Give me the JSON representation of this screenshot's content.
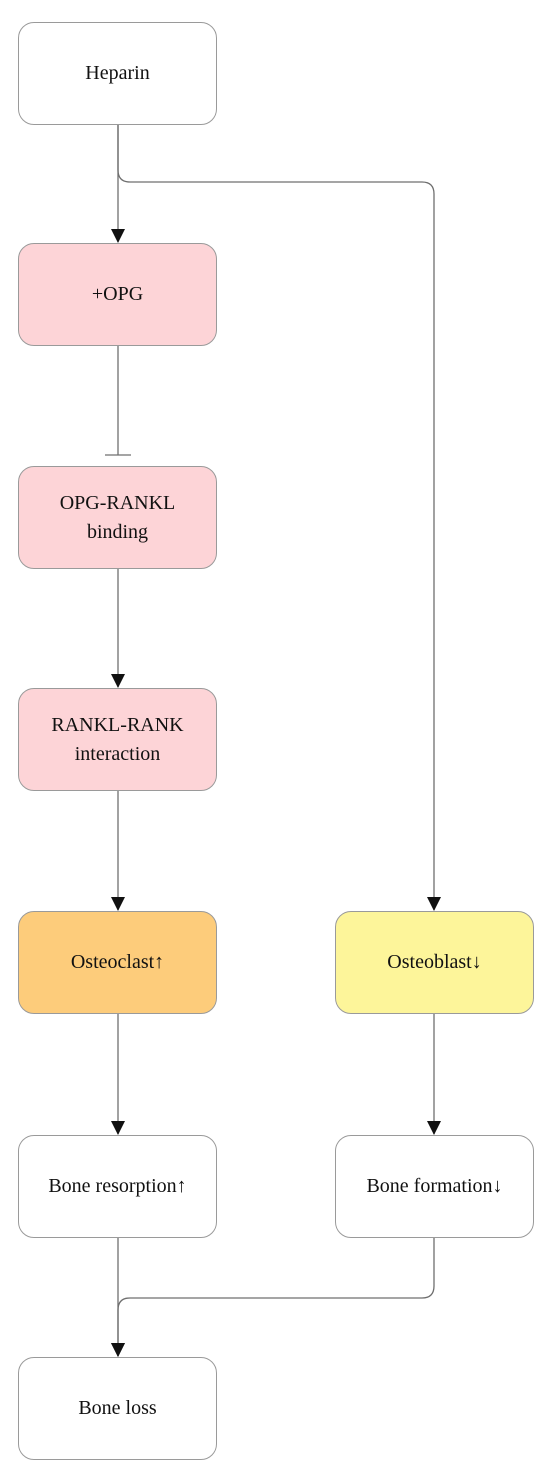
{
  "nodes": {
    "heparin": {
      "label": "Heparin",
      "fill": "#ffffff"
    },
    "opg": {
      "label": "+OPG",
      "fill": "#fdd4d7"
    },
    "opg_rankl": {
      "line1": "OPG-RANKL",
      "line2": "binding",
      "fill": "#fdd4d7"
    },
    "rankl_rank": {
      "line1": "RANKL-RANK",
      "line2": "interaction",
      "fill": "#fdd4d7"
    },
    "osteoclast": {
      "label": "Osteoclast↑",
      "fill": "#fdcc7b"
    },
    "osteoblast": {
      "label": "Osteoblast↓",
      "fill": "#fdf59a"
    },
    "bone_resorption": {
      "label": "Bone resorption↑",
      "fill": "#ffffff"
    },
    "bone_formation": {
      "label": "Bone formation↓",
      "fill": "#ffffff"
    },
    "bone_loss": {
      "label": "Bone loss",
      "fill": "#ffffff"
    }
  },
  "edges": [
    {
      "from": "heparin",
      "to": "opg",
      "type": "activation"
    },
    {
      "from": "heparin",
      "to": "osteoblast",
      "type": "activation"
    },
    {
      "from": "opg",
      "to": "opg_rankl",
      "type": "inhibition"
    },
    {
      "from": "opg_rankl",
      "to": "rankl_rank",
      "type": "activation"
    },
    {
      "from": "rankl_rank",
      "to": "osteoclast",
      "type": "activation"
    },
    {
      "from": "osteoclast",
      "to": "bone_resorption",
      "type": "activation"
    },
    {
      "from": "osteoblast",
      "to": "bone_formation",
      "type": "activation"
    },
    {
      "from": "bone_resorption",
      "to": "bone_loss",
      "type": "activation"
    },
    {
      "from": "bone_formation",
      "to": "bone_loss",
      "type": "activation"
    }
  ],
  "colors": {
    "line": "#6f6f6f",
    "border": "#9a9a9a"
  }
}
